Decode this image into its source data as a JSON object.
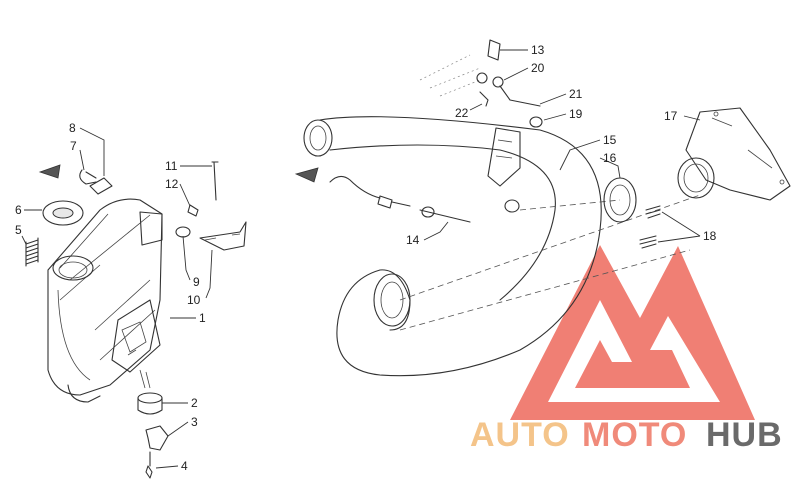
{
  "diagram": {
    "callouts": [
      {
        "id": "c1",
        "label": "1"
      },
      {
        "id": "c2",
        "label": "2"
      },
      {
        "id": "c3",
        "label": "3"
      },
      {
        "id": "c4",
        "label": "4"
      },
      {
        "id": "c5",
        "label": "5"
      },
      {
        "id": "c6",
        "label": "6"
      },
      {
        "id": "c7",
        "label": "7"
      },
      {
        "id": "c8",
        "label": "8"
      },
      {
        "id": "c9",
        "label": "9"
      },
      {
        "id": "c10",
        "label": "10"
      },
      {
        "id": "c11",
        "label": "11"
      },
      {
        "id": "c12",
        "label": "12"
      },
      {
        "id": "c13",
        "label": "13"
      },
      {
        "id": "c14",
        "label": "14"
      },
      {
        "id": "c15",
        "label": "15"
      },
      {
        "id": "c16",
        "label": "16"
      },
      {
        "id": "c17",
        "label": "17"
      },
      {
        "id": "c18",
        "label": "18"
      },
      {
        "id": "c19",
        "label": "19"
      },
      {
        "id": "c20",
        "label": "20"
      },
      {
        "id": "c21",
        "label": "21"
      },
      {
        "id": "c22",
        "label": "22"
      }
    ]
  },
  "watermark": {
    "word_auto": "AUTO",
    "word_moto": "MOTO",
    "word_hub": "HUB",
    "colors": {
      "triangle": "#f07f74",
      "auto": "#f4c48a",
      "moto": "#f08a7a",
      "hub": "#6a6a6a"
    }
  }
}
